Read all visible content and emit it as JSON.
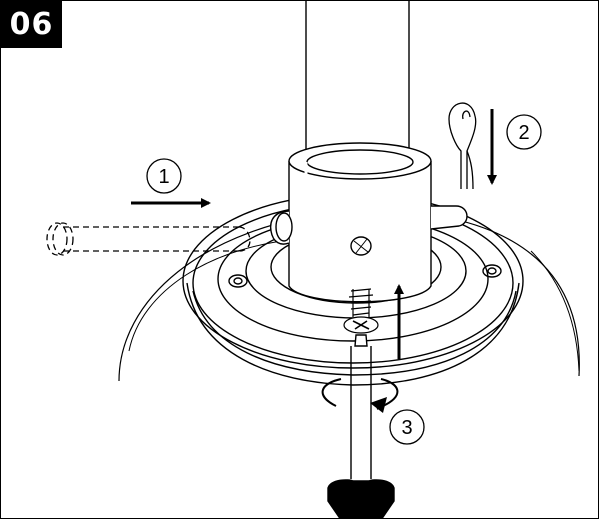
{
  "step": {
    "number": "06"
  },
  "callouts": [
    {
      "label": "1"
    },
    {
      "label": "2"
    },
    {
      "label": "3"
    }
  ],
  "colors": {
    "line": "#000000",
    "background": "#ffffff"
  }
}
